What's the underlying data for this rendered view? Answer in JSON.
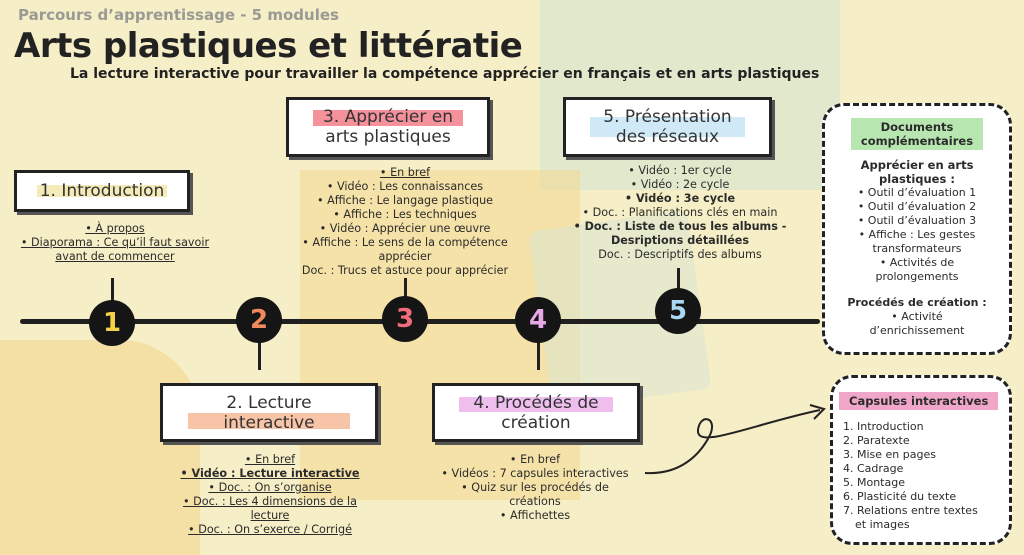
{
  "header": {
    "kicker": "Parcours d’apprentissage - 5 modules",
    "title": "Arts plastiques et littératie",
    "subtitle": "La lecture interactive pour travailler la compétence apprécier en français et en arts plastiques"
  },
  "colors": {
    "background": "#f6eec6",
    "node1": "#f3d24a",
    "node2": "#f08a5d",
    "node3": "#f06c7a",
    "node4": "#e7a8e8",
    "node5": "#a9d8f0",
    "hl_green": "#b8e6b0",
    "hl_pink": "#f0a6c8",
    "hl_orange": "#f6b08a",
    "hl_blue": "#bfe2f4",
    "hl_yellow": "#f2e4a0"
  },
  "modules": [
    {
      "number": "1",
      "title": "1. Introduction",
      "items": [
        "• À propos",
        "• Diaporama : Ce qu’il faut savoir avant de commencer"
      ]
    },
    {
      "number": "2",
      "title_l1": "2. Lecture",
      "title_l2": "interactive",
      "items": [
        "• En bref",
        "• Vidéo : Lecture interactive",
        "• Doc. : On s’organise",
        "• Doc. : Les 4 dimensions de la",
        "lecture",
        "• Doc. : On s’exerce / Corrigé"
      ]
    },
    {
      "number": "3",
      "title_l1": "3. Apprécier en",
      "title_l2": "arts plastiques",
      "items": [
        "• En bref",
        "• Vidéo : Les connaissances",
        "• Affiche : Le langage plastique",
        "• Affiche : Les techniques",
        "• Vidéo : Apprécier une œuvre",
        "• Affiche : Le sens de la compétence",
        "apprécier",
        "Doc. : Trucs et astuce pour apprécier"
      ]
    },
    {
      "number": "4",
      "title_l1": "4. Procédés de",
      "title_l2": "création",
      "items": [
        "• En bref",
        "• Vidéos : 7 capsules interactives",
        "• Quiz sur les procédés de",
        "créations",
        "• Affichettes"
      ]
    },
    {
      "number": "5",
      "title_l1": "5. Présentation",
      "title_l2": "des réseaux",
      "items": [
        "• Vidéo : 1er cycle",
        "• Vidéo : 2e cycle",
        "• Vidéo : 3e cycle",
        "• Doc. : Planifications clés en main",
        "• Doc. : Liste de tous les albums -",
        "Desriptions détaillées",
        "Doc. : Descriptifs des albums"
      ]
    }
  ],
  "documents": {
    "title_l1": "Documents",
    "title_l2": "complémentaires",
    "section1_l1": "Apprécier en arts",
    "section1_l2": "plastiques :",
    "items1": [
      "• Outil d’évaluation 1",
      "• Outil d’évaluation 2",
      "• Outil d’évaluation 3",
      "• Affiche : Les gestes",
      "transformateurs",
      "• Activités de",
      "prolongements"
    ],
    "section2": "Procédés de création :",
    "items2": [
      "• Activité",
      "d’enrichissement"
    ]
  },
  "capsules": {
    "title": "Capsules interactives",
    "items": [
      "1. Introduction",
      "2. Paratexte",
      "3. Mise en pages",
      "4. Cadrage",
      "5. Montage",
      "6. Plasticité du texte",
      "7. Relations entre textes",
      "et images"
    ]
  }
}
